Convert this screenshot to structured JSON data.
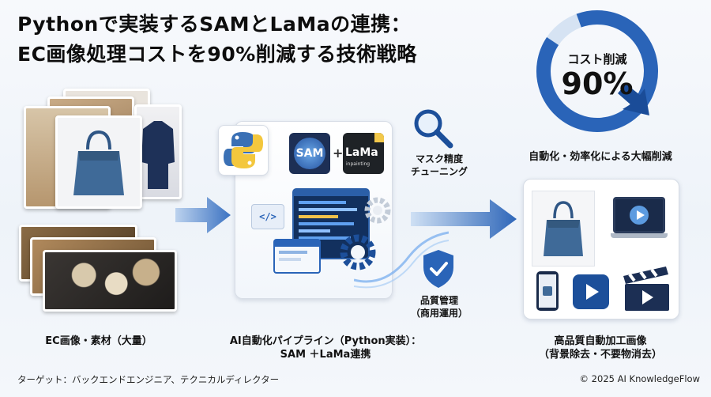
{
  "title": {
    "line1": "Pythonで実装するSAMとLaMaの連携：",
    "line2": "EC画像処理コストを90%削減する技術戦略"
  },
  "input": {
    "caption": "EC画像・素材（大量）"
  },
  "pipeline": {
    "sam_label": "SAM",
    "plus": "+",
    "lama_label": "LaMa",
    "lama_sub": "inpainting",
    "code_symbol": "</>",
    "caption_line1": "AI自動化パイプライン（Python実装）：",
    "caption_line2": "SAM ＋LaMa連携"
  },
  "mask_tuning": {
    "line1": "マスク精度",
    "line2": "チューニング"
  },
  "quality": {
    "line1": "品質管理",
    "line2": "（商用運用）"
  },
  "cost": {
    "label": "コスト削減",
    "value": "90%",
    "fraction": 0.9,
    "caption": "自動化・効率化による大幅削減"
  },
  "output": {
    "caption_line1": "高品質自動加工画像",
    "caption_line2": "（背景除去・不要物消去）"
  },
  "footer": {
    "target": "ターゲット：バックエンドエンジニア、テクニカルディレクター",
    "copyright": "© 2025 AI KnowledgeFlow"
  },
  "colors": {
    "navy": "#0f3a78",
    "blue": "#2a64b8",
    "light_blue": "#8fb4e3",
    "bag": "#3f6a98"
  }
}
